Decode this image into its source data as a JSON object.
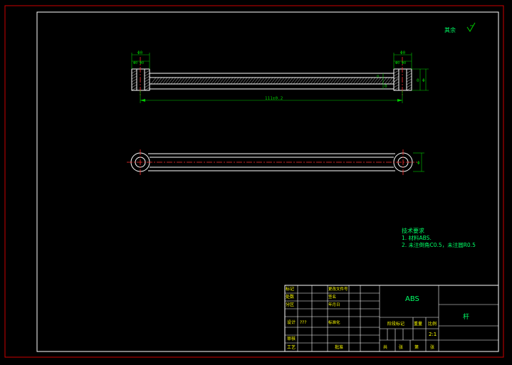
{
  "colors": {
    "background": "#000000",
    "outer_frame": "#cc0000",
    "inner_frame": "#ffffff",
    "outline": "#ffffff",
    "dimension": "#00cc00",
    "centerline": "#ff3030",
    "hatch": "#ffffff",
    "note_text": "#00ff66",
    "table_label": "#ffff00"
  },
  "roughness": {
    "label": "其余",
    "symbol_name": "surface-roughness-check-icon"
  },
  "front_view": {
    "left_head_width": "Φ0",
    "left_head_small": "Φ0 Φ0",
    "right_head_width": "Φ0",
    "right_head_small": "Φ0 Φ0",
    "right_vertical_1": "0",
    "right_vertical_2": "Φ",
    "mid_dim_1": "n",
    "mid_dim_2": "0",
    "overall_length": "111±0.2"
  },
  "top_view": {
    "right_dim": "Φ"
  },
  "notes": {
    "heading": "技术要求",
    "line1": "1. 材料ABS.",
    "line2": "2. 未注倒角C0.5，未注圆R0.5"
  },
  "title_block": {
    "material": "ABS",
    "part_name": "杆",
    "scale": "2:1",
    "rows_left": [
      "标记",
      "处数",
      "分区",
      "更改文件号",
      "签名",
      "年月日"
    ],
    "design_label": "设计",
    "design_value": "???",
    "std_label": "标准化",
    "check_label": "审核",
    "process_label": "工艺",
    "approve_label": "批准",
    "stage_label": "阶段标记",
    "weight_label": "重量",
    "scale_label": "比例",
    "sheet_total": "共",
    "sheet_total_unit": "张",
    "sheet_no": "第",
    "sheet_no_unit": "张"
  }
}
